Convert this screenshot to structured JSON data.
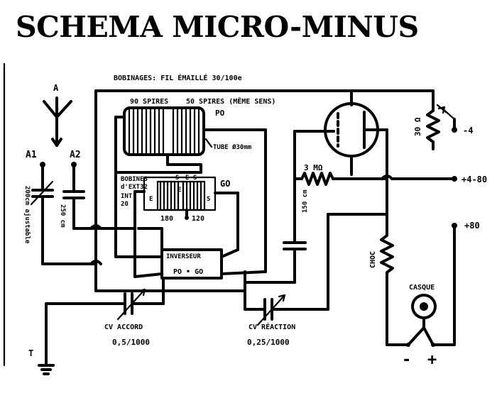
{
  "title": "SCHEMA MICRO-MINUS",
  "labels": {
    "bobinages": "BOBINAGES: FIL ÉMAILLÉ 30/100e",
    "spires90": "90 SPIRES",
    "spires50": "50 SPIRES (MÊME SENS)",
    "po_coil": "PO",
    "tube": "TUBE Ø30mm",
    "antenna": "A",
    "a1": "A1",
    "a2": "A2",
    "cap_ajust": "200cm ajustable",
    "cap_250": "250 cm",
    "bobines1": "BOBINES",
    "bobines2": "d'EXT32",
    "int1": "INT.",
    "int2": "20",
    "go_coil": "GO",
    "e1": "E",
    "s1": "S",
    "e2": "E",
    "s2": "S",
    "e3": "E",
    "s3": "S",
    "n180": "180",
    "n120": "120",
    "inverseur": "INVERSEUR",
    "po_go": "PO • GO",
    "cv_accord": "CV ACCORD",
    "cv_accord_val": "0,5/1000",
    "cv_reaction": "CV RÉACTION",
    "cv_reaction_val": "0,25/1000",
    "res_3m": "3 MΩ",
    "cap_150": "150 cm",
    "pot_30": "30 Ω",
    "minus4": "-4",
    "plus480": "+4-80",
    "plus80": "+80",
    "choc": "CHOC",
    "casque": "CASQUE",
    "minus": "-",
    "plus": "+",
    "ground": "T"
  }
}
